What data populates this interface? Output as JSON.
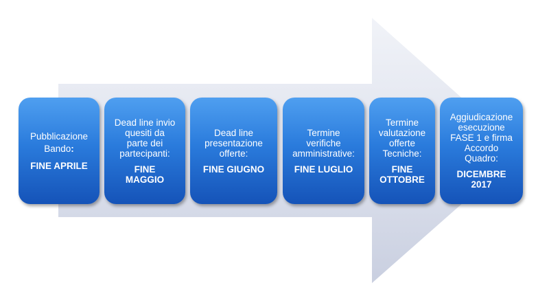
{
  "steps": [
    {
      "label": "Pubblicazione\nBando",
      "colon": ":",
      "value": "FINE APRILE"
    },
    {
      "label": "Dead line invio\nquesiti da\nparte dei\npartecipanti:",
      "colon": "",
      "value": "FINE\nMAGGIO"
    },
    {
      "label": "Dead line\npresentazione\nofferte:",
      "colon": "",
      "value": "FINE GIUGNO"
    },
    {
      "label": "Termine\nverifiche\namministrative:",
      "colon": "",
      "value": "FINE LUGLIO"
    },
    {
      "label": "Termine\nvalutazione\nofferte\nTecniche:",
      "colon": "",
      "value": "FINE\nOTTOBRE"
    },
    {
      "label": "Aggiudicazione\nesecuzione\nFASE 1 e firma\nAccordo\nQuadro:",
      "colon": "",
      "value": "DICEMBRE\n2017"
    }
  ],
  "colors": {
    "arrow_light": "#eef0f7",
    "arrow_dark": "#cdd2e3",
    "box_top": "#4f9ff0",
    "box_bottom": "#1553b8"
  }
}
